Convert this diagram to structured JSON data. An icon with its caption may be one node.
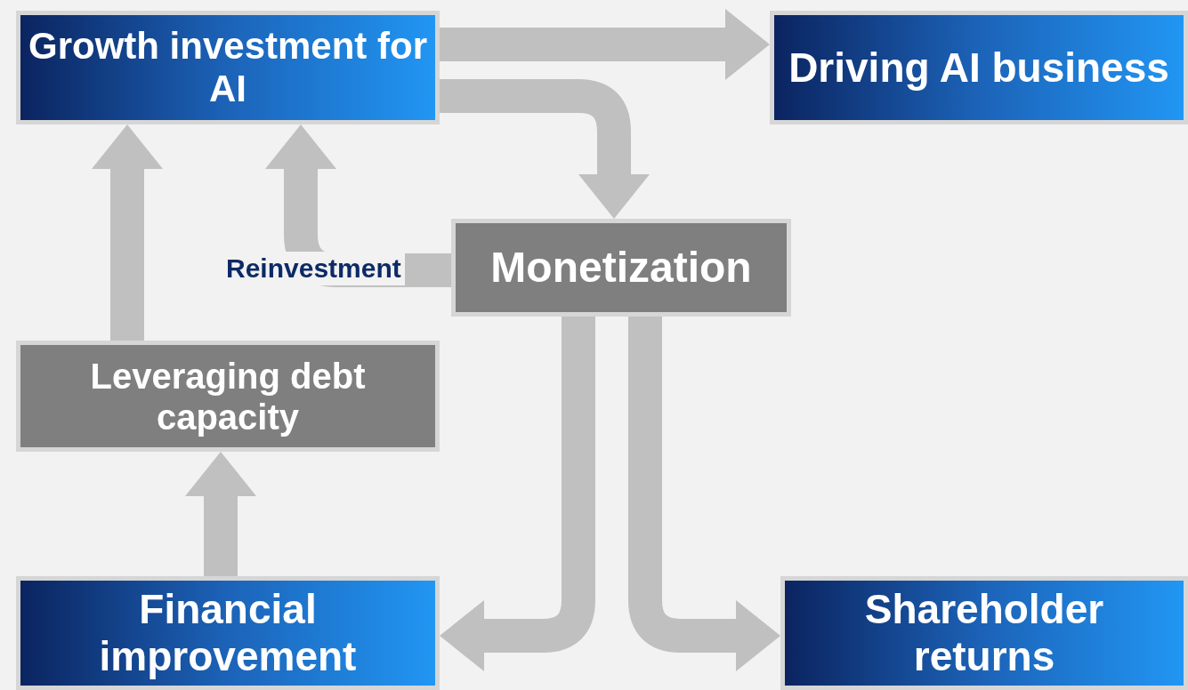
{
  "diagram": {
    "nodes": [
      {
        "text": [
          "Growth investment for AI"
        ]
      },
      {
        "text": [
          "Driving AI business"
        ]
      },
      {
        "text": [
          "Monetization"
        ]
      },
      {
        "text": [
          "Leveraging debt capacity"
        ]
      },
      {
        "text": [
          "Financial improvement"
        ]
      },
      {
        "text": [
          "Shareholder returns"
        ]
      }
    ],
    "edges": [
      {
        "from": 0,
        "to": 1,
        "arrow": "to"
      },
      {
        "from": 0,
        "to": 2,
        "arrow": "to"
      },
      {
        "from": 2,
        "to": 0,
        "arrow": "to",
        "label": "Reinvestment"
      },
      {
        "from": 3,
        "to": 0,
        "arrow": "to"
      },
      {
        "from": 4,
        "to": 3,
        "arrow": "to"
      },
      {
        "from": 2,
        "to": 4,
        "arrow": "to"
      },
      {
        "from": 2,
        "to": 5,
        "arrow": "to"
      }
    ]
  }
}
